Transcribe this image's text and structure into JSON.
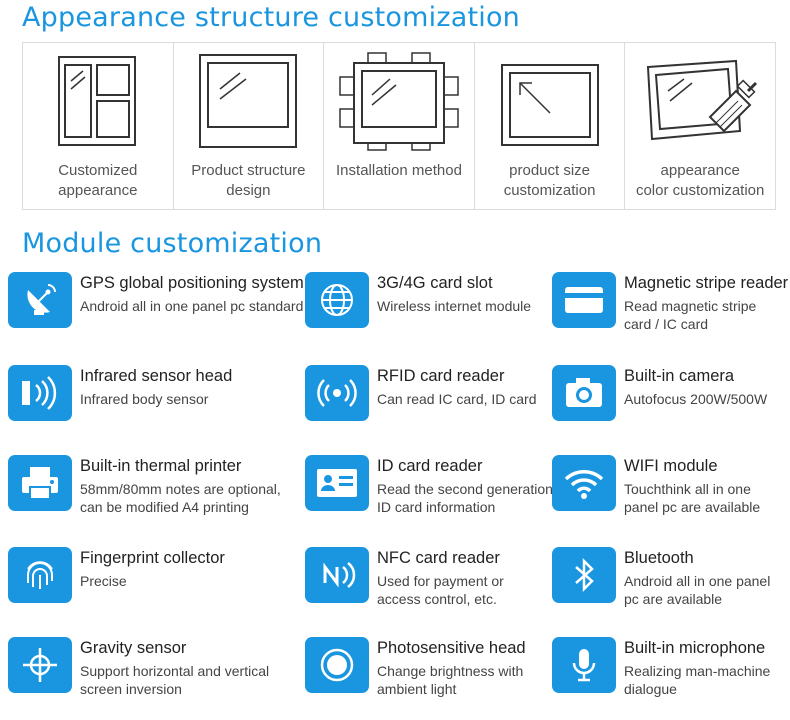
{
  "headings": {
    "appearance": "Appearance structure customization",
    "module": "Module customization"
  },
  "appearance_items": [
    {
      "label": "Customized\nappearance",
      "icon": "multi-screen-panel-icon"
    },
    {
      "label": "Product structure\ndesign",
      "icon": "panel-screen-icon"
    },
    {
      "label": "Installation method",
      "icon": "mounting-bracket-panel-icon"
    },
    {
      "label": "product size\ncustomization",
      "icon": "resize-screen-icon"
    },
    {
      "label": "appearance\ncolor customization",
      "icon": "paint-brush-monitor-icon"
    }
  ],
  "modules": [
    {
      "title": "GPS global positioning system",
      "desc": "Android all in one panel pc standard",
      "icon": "satellite-dish-icon"
    },
    {
      "title": "3G/4G card slot",
      "desc": "Wireless internet module",
      "icon": "globe-icon"
    },
    {
      "title": "Magnetic stripe reader",
      "desc": "Read magnetic stripe\ncard / IC card",
      "icon": "card-icon"
    },
    {
      "title": "Infrared sensor head",
      "desc": "Infrared body sensor",
      "icon": "infrared-sensor-icon"
    },
    {
      "title": "RFID card reader",
      "desc": "Can read IC card, ID card",
      "icon": "rfid-signal-icon"
    },
    {
      "title": "Built-in camera",
      "desc": "Autofocus 200W/500W",
      "icon": "camera-icon"
    },
    {
      "title": "Built-in thermal printer",
      "desc": "58mm/80mm notes are optional,\ncan be modified A4 printing",
      "icon": "printer-icon"
    },
    {
      "title": "ID card reader",
      "desc": "Read the second generation\nID card information",
      "icon": "id-card-icon"
    },
    {
      "title": "WIFI module",
      "desc": "Touchthink all in one\npanel pc are available",
      "icon": "wifi-icon"
    },
    {
      "title": "Fingerprint collector",
      "desc": "Precise",
      "icon": "fingerprint-icon"
    },
    {
      "title": "NFC card reader",
      "desc": "Used for payment or\naccess control, etc.",
      "icon": "nfc-icon"
    },
    {
      "title": "Bluetooth",
      "desc": "Android all in one panel\npc are available",
      "icon": "bluetooth-icon"
    },
    {
      "title": "Gravity sensor",
      "desc": "Support horizontal and vertical\nscreen inversion",
      "icon": "crosshair-icon"
    },
    {
      "title": "Photosensitive head",
      "desc": "Change brightness with\nambient light",
      "icon": "light-sensor-icon"
    },
    {
      "title": "Built-in microphone",
      "desc": "Realizing man-machine\ndialogue",
      "icon": "microphone-icon"
    }
  ]
}
